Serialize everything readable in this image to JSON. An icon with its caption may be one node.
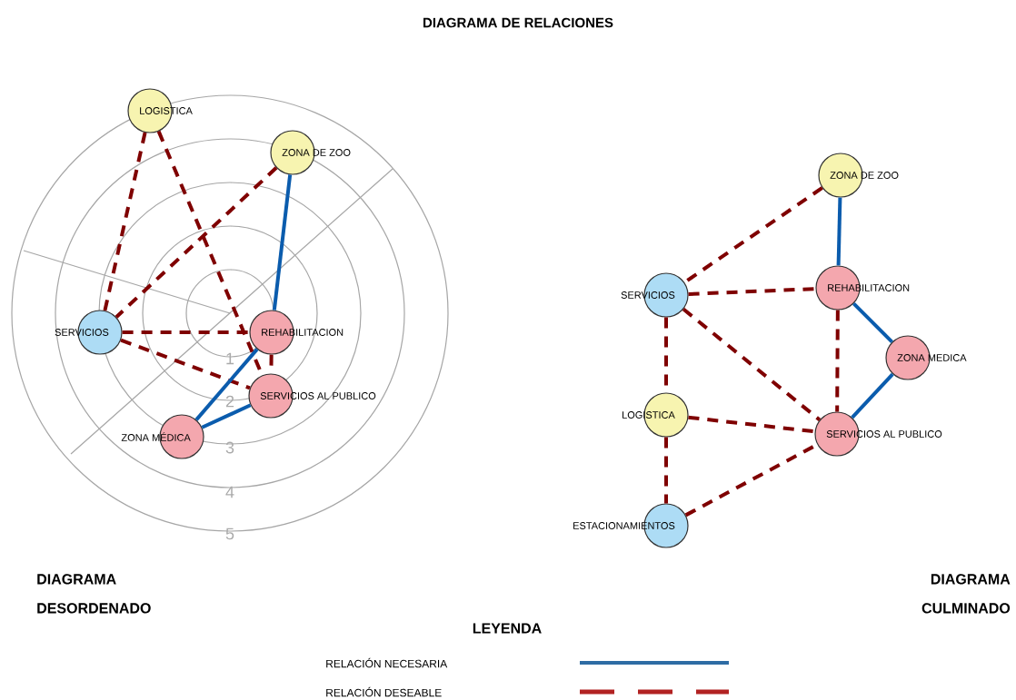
{
  "diagram": {
    "title": "DIAGRAMA DE RELACIONES",
    "nodes": [
      {
        "text": [
          "LOGISTICA"
        ]
      },
      {
        "text": [
          "ZONA DE ZOO"
        ]
      },
      {
        "text": [
          "SERVICIOS"
        ]
      },
      {
        "text": [
          "REHABILITACION"
        ]
      },
      {
        "text": [
          "SERVICIOS AL PUBLICO"
        ]
      },
      {
        "text": [
          "ZONA MÉDICA"
        ]
      },
      {
        "text": [
          "ZONA DE ZOO"
        ]
      },
      {
        "text": [
          "SERVICIOS"
        ]
      },
      {
        "text": [
          "REHABILITACION"
        ]
      },
      {
        "text": [
          "ZONA MEDICA"
        ]
      },
      {
        "text": [
          "LOGISTICA"
        ]
      },
      {
        "text": [
          "SERVICIOS AL PUBLICO"
        ]
      },
      {
        "text": [
          "ESTACIONAMIENTOS"
        ]
      }
    ],
    "edges": [
      {
        "from": 0,
        "to": 2,
        "arrow": "none",
        "style": "dashed"
      },
      {
        "from": 0,
        "to": 4,
        "arrow": "none",
        "style": "dashed"
      },
      {
        "from": 1,
        "to": 2,
        "arrow": "none",
        "style": "dashed"
      },
      {
        "from": 1,
        "to": 3,
        "arrow": "none",
        "color": "#0b5cad"
      },
      {
        "from": 2,
        "to": 3,
        "arrow": "none",
        "style": "dashed"
      },
      {
        "from": 2,
        "to": 4,
        "arrow": "none",
        "style": "dashed"
      },
      {
        "from": 3,
        "to": 4,
        "arrow": "none",
        "style": "dashed"
      },
      {
        "from": 3,
        "to": 5,
        "arrow": "none",
        "color": "#0b5cad"
      },
      {
        "from": 4,
        "to": 5,
        "arrow": "none",
        "color": "#0b5cad"
      },
      {
        "from": 6,
        "to": 7,
        "arrow": "none",
        "style": "dashed"
      },
      {
        "from": 6,
        "to": 8,
        "arrow": "none",
        "color": "#0b5cad"
      },
      {
        "from": 7,
        "to": 8,
        "arrow": "none",
        "style": "dashed"
      },
      {
        "from": 7,
        "to": 10,
        "arrow": "none",
        "style": "dashed"
      },
      {
        "from": 7,
        "to": 11,
        "arrow": "none",
        "style": "dashed"
      },
      {
        "from": 8,
        "to": 9,
        "arrow": "none",
        "color": "#0b5cad"
      },
      {
        "from": 8,
        "to": 11,
        "arrow": "none",
        "style": "dashed"
      },
      {
        "from": 9,
        "to": 11,
        "arrow": "none",
        "color": "#0b5cad"
      },
      {
        "from": 10,
        "to": 11,
        "arrow": "none",
        "style": "dashed"
      },
      {
        "from": 10,
        "to": 12,
        "arrow": "none",
        "style": "dashed"
      },
      {
        "from": 12,
        "to": 11,
        "arrow": "none",
        "style": "dashed"
      }
    ],
    "labels": [
      "1",
      "2",
      "3",
      "4",
      "5",
      "DIAGRAMA DESORDENADO",
      "DIAGRAMA CULMINADO",
      "LEYENDA"
    ],
    "legend": [
      {
        "text": "RELACIÓN NECESARIA"
      },
      {
        "text": "RELACIÓN DESEABLE"
      }
    ]
  }
}
